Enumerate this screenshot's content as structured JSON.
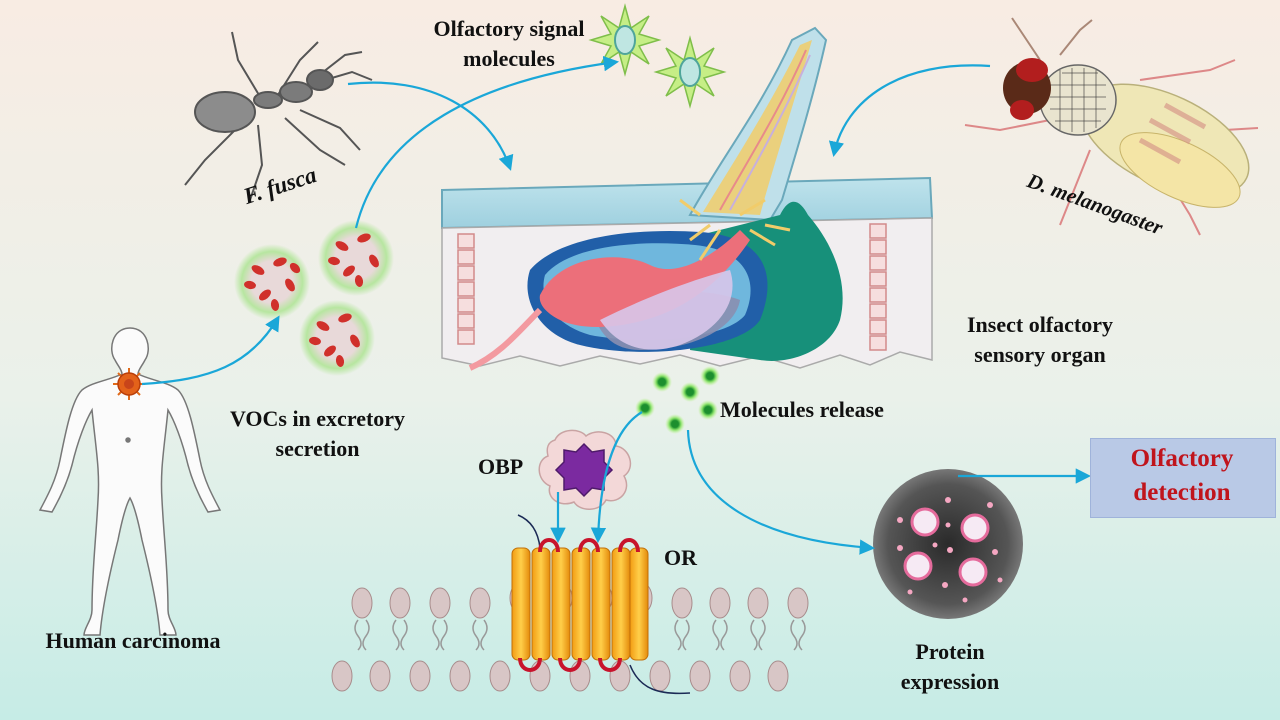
{
  "labels": {
    "signal_line1": "Olfactory signal",
    "signal_line2": "molecules",
    "ant": "F. fusca",
    "fly": "D. melanogaster",
    "organ_line1": "Insect olfactory",
    "organ_line2": "sensory organ",
    "release": "Molecules release",
    "vocs_line1": "VOCs in excretory",
    "vocs_line2": "secretion",
    "obp": "OBP",
    "or": "OR",
    "human": "Human carcinoma",
    "protein_line1": "Protein",
    "protein_line2": "expression",
    "detection_line1": "Olfactory",
    "detection_line2": "detection"
  },
  "colors": {
    "arrow": "#1aa7d8",
    "detection_text": "#c0141c",
    "detection_box": "#b9c9e6",
    "background_top": "#f7ece4",
    "background_bottom": "#c9ece6"
  }
}
